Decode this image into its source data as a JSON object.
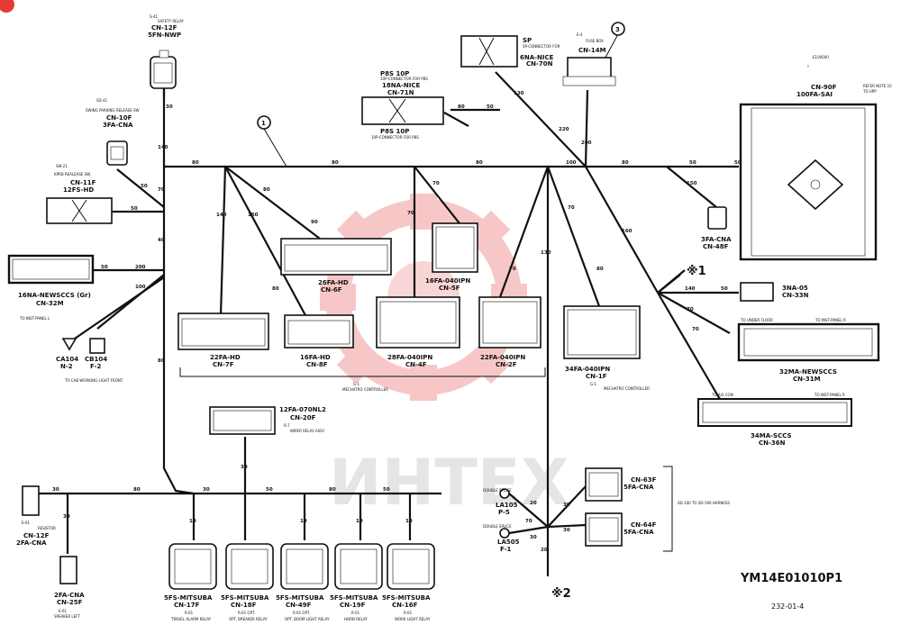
{
  "diagram_id": "YM14E01010P1",
  "page_ref": "232-01-4",
  "watermark": "ИНТЕХ",
  "callouts": {
    "c1": "1",
    "c3": "3",
    "x1": "※1",
    "x2": "※2"
  },
  "connectors": {
    "safety_relay": {
      "ref": "S-41",
      "desc": "SAFETY RELAY",
      "l1": "CN-12F",
      "l2": "5FN-NWP"
    },
    "swing_release": {
      "ref": "SD-41",
      "desc": "SWING PARKING RELEASE SW",
      "l1": "CN-10F",
      "l2": "3FA-CNA"
    },
    "cn11f": {
      "ref": "SW-21",
      "desc": "KPRB REALEASE SW.",
      "l1": "CN-11F",
      "l2": "12FS-HD"
    },
    "cn32m": {
      "l1": "16NA-NEWSCCS (Gr)",
      "l2": "CN-32M",
      "note": "TO INST-PANEL L"
    },
    "ca104": {
      "l1": "CA104",
      "l2": "N-2"
    },
    "cb104": {
      "l1": "CB104",
      "l2": "F-2"
    },
    "work_light": {
      "desc": "TO CAB WORKING LIGHT FRONT"
    },
    "p8": {
      "ref": "P8S 10P",
      "desc": "10P-CONNECTOR FOR P8S",
      "l1": "18NA-NICE",
      "l2": "CN-71N",
      "b1": "P8S 10P",
      "b2": "10P-CONNECTOR FOR P8S"
    },
    "sp": {
      "ref": "SP",
      "desc": "SP-CONNECTOR FOR",
      "l1": "6NA-NICE",
      "l2": "CN-70N"
    },
    "fuse": {
      "ref": "E-4",
      "desc": "FUSE BOX",
      "l1": "CN-14M"
    },
    "cn90f": {
      "ref": "E100000",
      "l1": "CN-90F",
      "l2": "100FA-SAI",
      "note1": "REFER NOTE 10",
      "note2": "TO UPP"
    },
    "cn48f": {
      "l1": "3FA-CNA",
      "l2": "CN-48F"
    },
    "cn33n": {
      "l1": "3NA-05",
      "l2": "CN-33N"
    },
    "cn31m": {
      "l1": "32MA-NEWSCCS",
      "l2": "CN-31M",
      "n1": "TO UNDER FLOOR",
      "n2": "TO INST-PANEL R"
    },
    "cn36n": {
      "l1": "34MA-SCCS",
      "l2": "CN-36N",
      "n1": "TO A/S CON",
      "n2": "TO INST-PANEL R"
    },
    "cn6f": {
      "l1": "26FA-HD",
      "l2": "CN-6F"
    },
    "cn7f": {
      "l1": "22FA-HD",
      "l2": "CN-7F"
    },
    "cn8f": {
      "l1": "16FA-HD",
      "l2": "CN-8F"
    },
    "cn5f": {
      "l1": "16FA-040IPN",
      "l2": "CN-5F"
    },
    "cn4f": {
      "l1": "28FA-040IPN",
      "l2": "CN-4F"
    },
    "cn2f": {
      "l1": "22FA-040IPN",
      "l2": "CN-2F"
    },
    "cn1f": {
      "l1": "34FA-040IPN",
      "l2": "CN-1F",
      "l3": "G-1",
      "l4": "MECHATRO CONTROLLER"
    },
    "controller": {
      "ref": "G-1",
      "desc": "MECHATRO CONTROLLER"
    },
    "cn20f": {
      "l1": "12FA-070NL2",
      "l2": "CN-20F",
      "l3": "R-7",
      "l4": "WIPER RELAY ASSY"
    },
    "cn12f": {
      "ref": "E-61",
      "desc": "RESISTOR",
      "l1": "CN-12F",
      "l2": "2FA-CNA"
    },
    "cn25f": {
      "l1": "2FA-CNA",
      "l2": "CN-25F",
      "l3": "E-61",
      "l4": "SPEAKER LEFT"
    },
    "r17": {
      "l1": "5FS-MITSUBA",
      "l2": "CN-17F",
      "l3": "R-01",
      "l4": "TRAVEL ALARM RELAY"
    },
    "r18": {
      "l1": "5FS-MITSUBA",
      "l2": "CN-18F",
      "l3": "R-01 OPT.",
      "l4": "OPT. BREAKER RELAY"
    },
    "r49": {
      "l1": "5FS-MITSUBA",
      "l2": "CN-49F",
      "l3": "R-01 OPT.",
      "l4": "OPT. BOOM LIGHT RELAY"
    },
    "r19": {
      "l1": "5FS-MITSUBA",
      "l2": "CN-19F",
      "l3": "R-01",
      "l4": "HORN RELAY"
    },
    "r16": {
      "l1": "5FS-MITSUBA",
      "l2": "CN-16F",
      "l3": "R-01",
      "l4": "WORK LIGHT RELAY"
    },
    "cn63f": {
      "l1": "CN-63F",
      "l2": "5FA-CNA"
    },
    "cn64f": {
      "l1": "CN-64F",
      "l2": "5FA-CNA",
      "note": "SD-100 TO SD-190 HARNESS"
    },
    "la105": {
      "ref": "DOUBLE SPLICE",
      "l1": "LA105",
      "l2": "P-5"
    },
    "la505": {
      "ref": "DOUBLE SPLICE",
      "l1": "LA505",
      "l2": "F-1"
    }
  },
  "wire_lengths": {
    "w30a": "30",
    "w140": "140",
    "w70a": "70",
    "w50a": "50",
    "w40": "40",
    "w50b": "50",
    "w200a": "200",
    "w50c": "50",
    "w100": "100",
    "w150": "150",
    "w80": "80",
    "w80b": "80",
    "w80c": "80",
    "w50d": "50",
    "w200b": "200",
    "w80d": "80",
    "w220": "220",
    "w50e": "50",
    "w140b": "140",
    "w150b": "150",
    "w80e": "80",
    "w90": "90",
    "w70b": "70",
    "w50f": "50",
    "w70c": "70",
    "w70d": "70",
    "w130": "130",
    "w130b": "130",
    "w80f": "80",
    "w100b": "100",
    "w80g": "80",
    "w50g": "50",
    "w160": "160",
    "w140c": "140",
    "w50h": "50",
    "w70e": "70",
    "w70f": "70",
    "w80h": "80",
    "w30b": "30",
    "w30c": "30",
    "w80i": "80",
    "w70g": "70",
    "w50i": "50",
    "w30d": "30",
    "w80j": "80",
    "w50j": "50",
    "w80k": "80",
    "w50k": "50",
    "w30e": "30",
    "w10": "10",
    "w10b": "10",
    "w10c": "10",
    "w10d": "10",
    "w20": "20",
    "w30f": "30",
    "w70h": "70",
    "w30g": "30",
    "w20b": "20",
    "w30h": "30"
  }
}
